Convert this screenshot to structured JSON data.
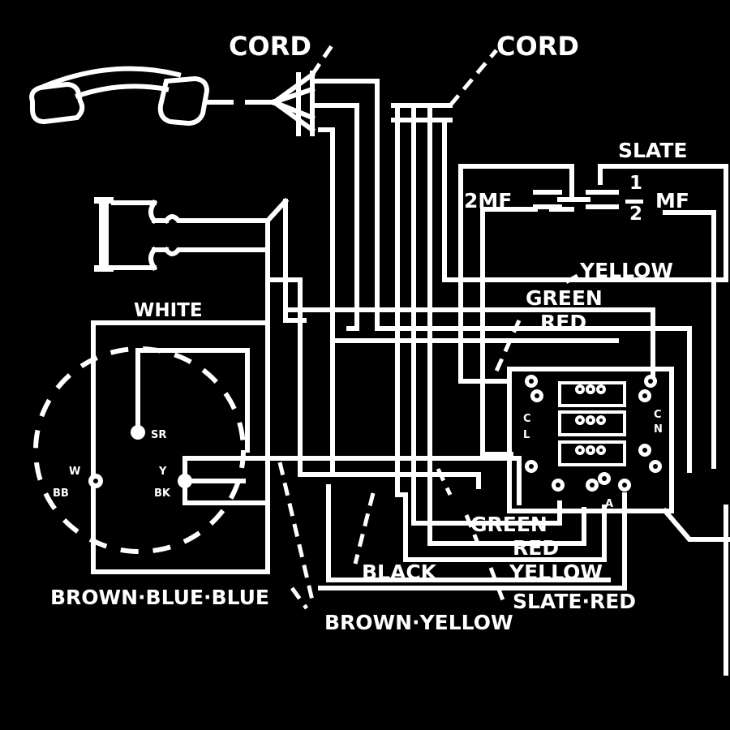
{
  "labels": {
    "cord_left": "CORD",
    "cord_right": "CORD",
    "slate": "SLATE",
    "cap_2mf": "2MF",
    "cap_half_num": "1",
    "cap_half_den": "2",
    "cap_half_unit": "MF",
    "yellow_top": "YELLOW",
    "green_top": "GREEN",
    "red_top": "RED",
    "white": "WHITE",
    "dial_sr": "SR",
    "dial_w": "W",
    "dial_bb": "BB",
    "dial_y": "Y",
    "dial_bk": "BK",
    "green_bottom": "GREEN",
    "red_bottom": "RED",
    "black": "BLACK",
    "yellow_bottom": "YELLOW",
    "slate_red": "SLATE·RED",
    "brown_blue_blue": "BROWN·BLUE·BLUE",
    "brown_yellow": "BROWN·YELLOW",
    "coil_c_left": "C",
    "coil_l_left": "L",
    "coil_c_right": "C",
    "coil_n_right": "N",
    "coil_a": "A"
  },
  "colors": {
    "background": "#000000",
    "line": "#ffffff"
  }
}
